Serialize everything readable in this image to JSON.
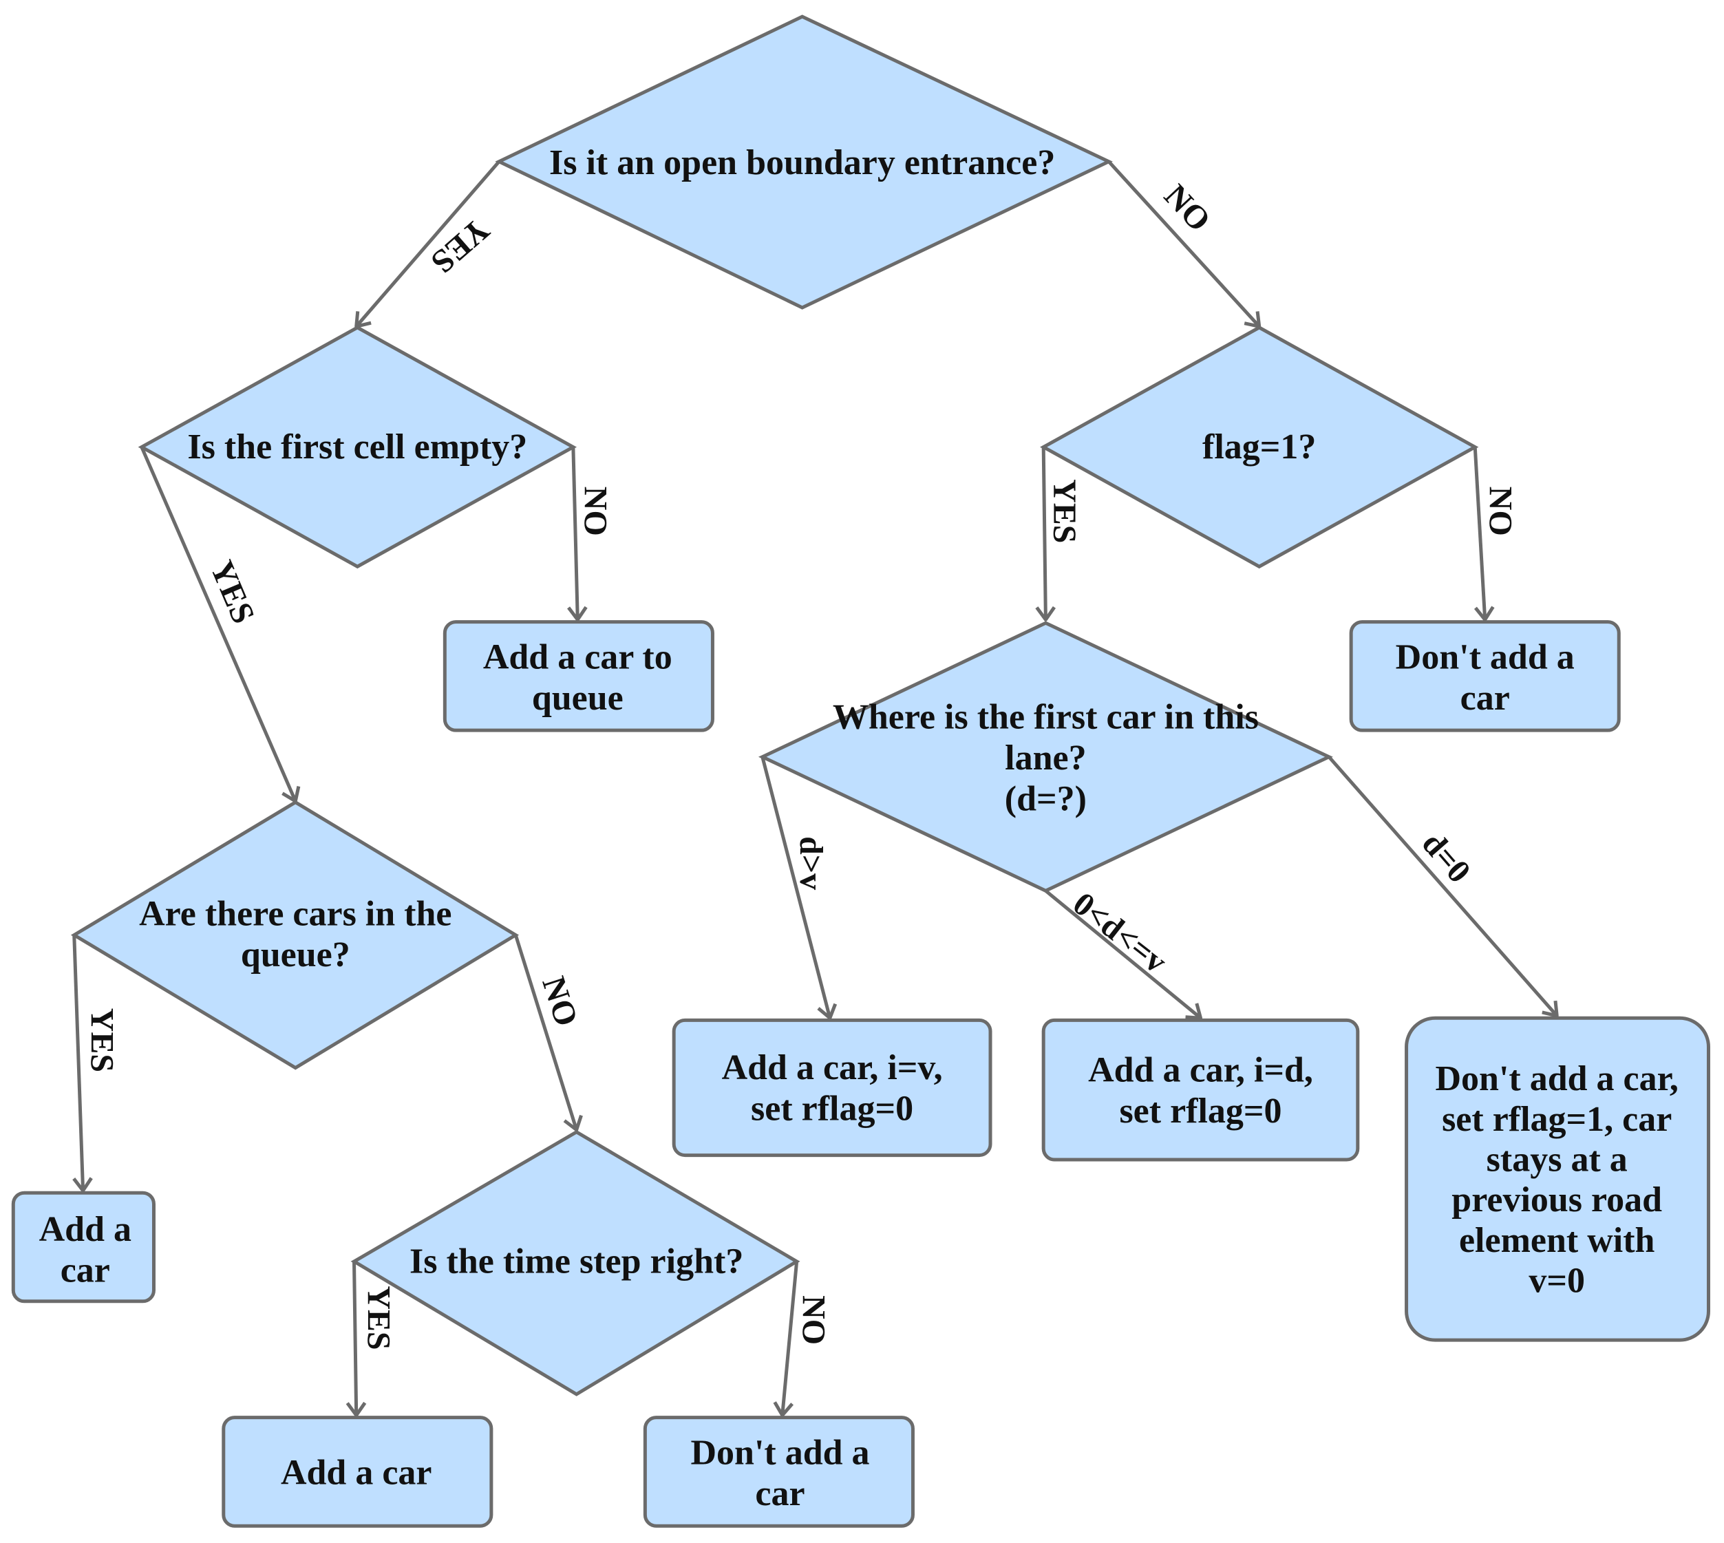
{
  "colors": {
    "node_fill": "#bfdfff",
    "stroke": "#6b6b6b",
    "text": "#111111"
  },
  "nodes": {
    "open_boundary": {
      "shape": "decision",
      "lines": [
        "Is it an open boundary entrance?"
      ]
    },
    "first_cell_empty": {
      "shape": "decision",
      "lines": [
        "Is the first cell empty?"
      ]
    },
    "flag_1": {
      "shape": "decision",
      "lines": [
        "flag=1?"
      ]
    },
    "add_car_queue": {
      "shape": "process",
      "lines": [
        "Add a car to",
        "queue"
      ]
    },
    "dont_add_top": {
      "shape": "process",
      "lines": [
        "Don't add a",
        "car"
      ]
    },
    "first_car_where": {
      "shape": "decision",
      "lines": [
        "Where is the first car in this",
        "lane?",
        "(d=?)"
      ]
    },
    "cars_in_queue": {
      "shape": "decision",
      "lines": [
        "Are there cars in the",
        "queue?"
      ]
    },
    "add_car_iv": {
      "shape": "process",
      "lines": [
        "Add a car, i=v,",
        "set rflag=0"
      ]
    },
    "add_car_id": {
      "shape": "process",
      "lines": [
        "Add a car, i=d,",
        "set rflag=0"
      ]
    },
    "dont_add_rflag": {
      "shape": "process",
      "lines": [
        "Don't add a car,",
        "set rflag=1, car",
        "stays at a",
        "previous road",
        "element with",
        "v=0"
      ]
    },
    "add_car_left": {
      "shape": "process",
      "lines": [
        "Add a",
        "car"
      ]
    },
    "time_step_right": {
      "shape": "decision",
      "lines": [
        "Is the time step right?"
      ]
    },
    "add_car_bottom": {
      "shape": "process",
      "lines": [
        "Add a car"
      ]
    },
    "dont_add_bottom": {
      "shape": "process",
      "lines": [
        "Don't add a",
        "car"
      ]
    }
  },
  "edges": [
    {
      "id": "open-boundary-yes",
      "from": "open_boundary",
      "to": "first_cell_empty",
      "label": "YES"
    },
    {
      "id": "open-boundary-no",
      "from": "open_boundary",
      "to": "flag_1",
      "label": "NO"
    },
    {
      "id": "first-cell-yes",
      "from": "first_cell_empty",
      "to": "cars_in_queue",
      "label": "YES"
    },
    {
      "id": "first-cell-no",
      "from": "first_cell_empty",
      "to": "add_car_queue",
      "label": "NO"
    },
    {
      "id": "flag-yes",
      "from": "flag_1",
      "to": "first_car_where",
      "label": "YES"
    },
    {
      "id": "flag-no",
      "from": "flag_1",
      "to": "dont_add_top",
      "label": "NO"
    },
    {
      "id": "where-d-gt-v",
      "from": "first_car_where",
      "to": "add_car_iv",
      "label": "d>v"
    },
    {
      "id": "where-d-between",
      "from": "first_car_where",
      "to": "add_car_id",
      "label": "0<d<=v"
    },
    {
      "id": "where-d-zero",
      "from": "first_car_where",
      "to": "dont_add_rflag",
      "label": "d=0"
    },
    {
      "id": "queue-yes",
      "from": "cars_in_queue",
      "to": "add_car_left",
      "label": "YES"
    },
    {
      "id": "queue-no",
      "from": "cars_in_queue",
      "to": "time_step_right",
      "label": "NO"
    },
    {
      "id": "time-yes",
      "from": "time_step_right",
      "to": "add_car_bottom",
      "label": "YES"
    },
    {
      "id": "time-no",
      "from": "time_step_right",
      "to": "dont_add_bottom",
      "label": "NO"
    }
  ]
}
